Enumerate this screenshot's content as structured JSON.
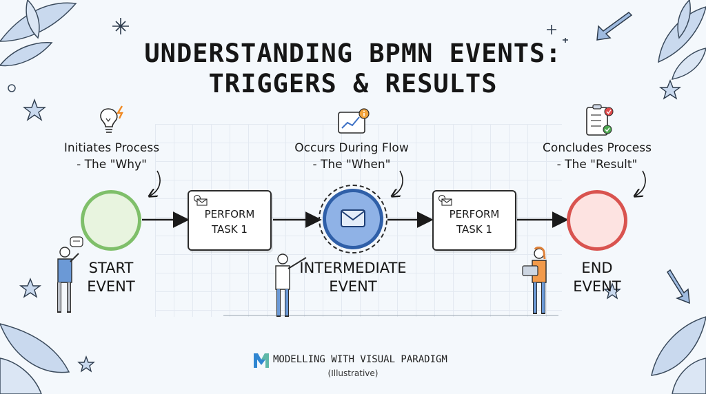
{
  "title": {
    "line1": "UNDERSTANDING BPMN EVENTS:",
    "line2": "TRIGGERS & RESULTS"
  },
  "annotations": {
    "start": {
      "line1": "Initiates Process",
      "line2": "- The \"Why\""
    },
    "intermediate": {
      "line1": "Occurs During Flow",
      "line2": "- The \"When\""
    },
    "end": {
      "line1": "Concludes Process",
      "line2": "- The \"Result\""
    }
  },
  "events": {
    "start": {
      "line1": "START",
      "line2": "EVENT",
      "color": "#7fbf6a",
      "fill": "#e8f4df"
    },
    "intermediate": {
      "line1": "INTERMEDIATE",
      "line2": "EVENT",
      "color": "#2f5fa8",
      "fill": "#8fb2e6"
    },
    "end": {
      "line1": "END",
      "line2": "EVENT",
      "color": "#d9534f",
      "fill": "#fde3e1"
    }
  },
  "tasks": [
    {
      "line1": "PERFORM",
      "line2": "TASK 1"
    },
    {
      "line1": "PERFORM",
      "line2": "TASK 1"
    }
  ],
  "icons": [
    "lightbulb-icon",
    "chart-info-icon",
    "checklist-icon",
    "envelope-icon",
    "leaf-icon",
    "star-icon",
    "sparkle-icon",
    "arrow-icon"
  ],
  "footer": {
    "logo_letter": "M",
    "brand": "MODELLING WITH VISUAL PARADIGM",
    "note": "(Illustrative)"
  }
}
